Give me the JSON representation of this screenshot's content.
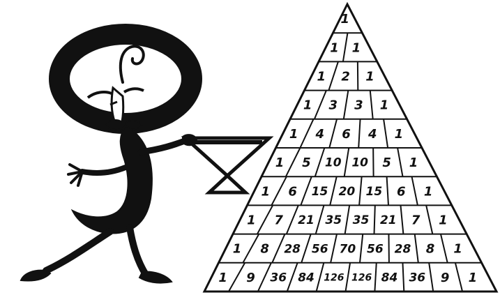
{
  "illustration": {
    "ink_color": "#111111",
    "paper_color": "#ffffff",
    "character": "number-nine-waiter-cartoon",
    "held_object": "cocktail-glass"
  },
  "pascal_triangle": {
    "rows": [
      [
        "1"
      ],
      [
        "1",
        "1"
      ],
      [
        "1",
        "2",
        "1"
      ],
      [
        "1",
        "3",
        "3",
        "1"
      ],
      [
        "1",
        "4",
        "6",
        "4",
        "1"
      ],
      [
        "1",
        "5",
        "10",
        "10",
        "5",
        "1"
      ],
      [
        "1",
        "6",
        "15",
        "20",
        "15",
        "6",
        "1"
      ],
      [
        "1",
        "7",
        "21",
        "35",
        "35",
        "21",
        "7",
        "1"
      ],
      [
        "1",
        "8",
        "28",
        "56",
        "70",
        "56",
        "28",
        "8",
        "1"
      ],
      [
        "1",
        "9",
        "36",
        "84",
        "126",
        "126",
        "84",
        "36",
        "9",
        "1"
      ]
    ]
  }
}
